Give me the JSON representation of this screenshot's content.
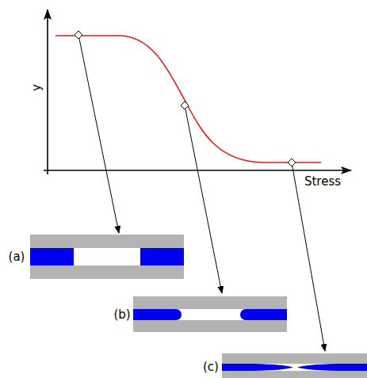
{
  "diagram": {
    "labels": [
      "y",
      "Stress",
      "(a)",
      "(b)",
      "(c)"
    ]
  }
}
